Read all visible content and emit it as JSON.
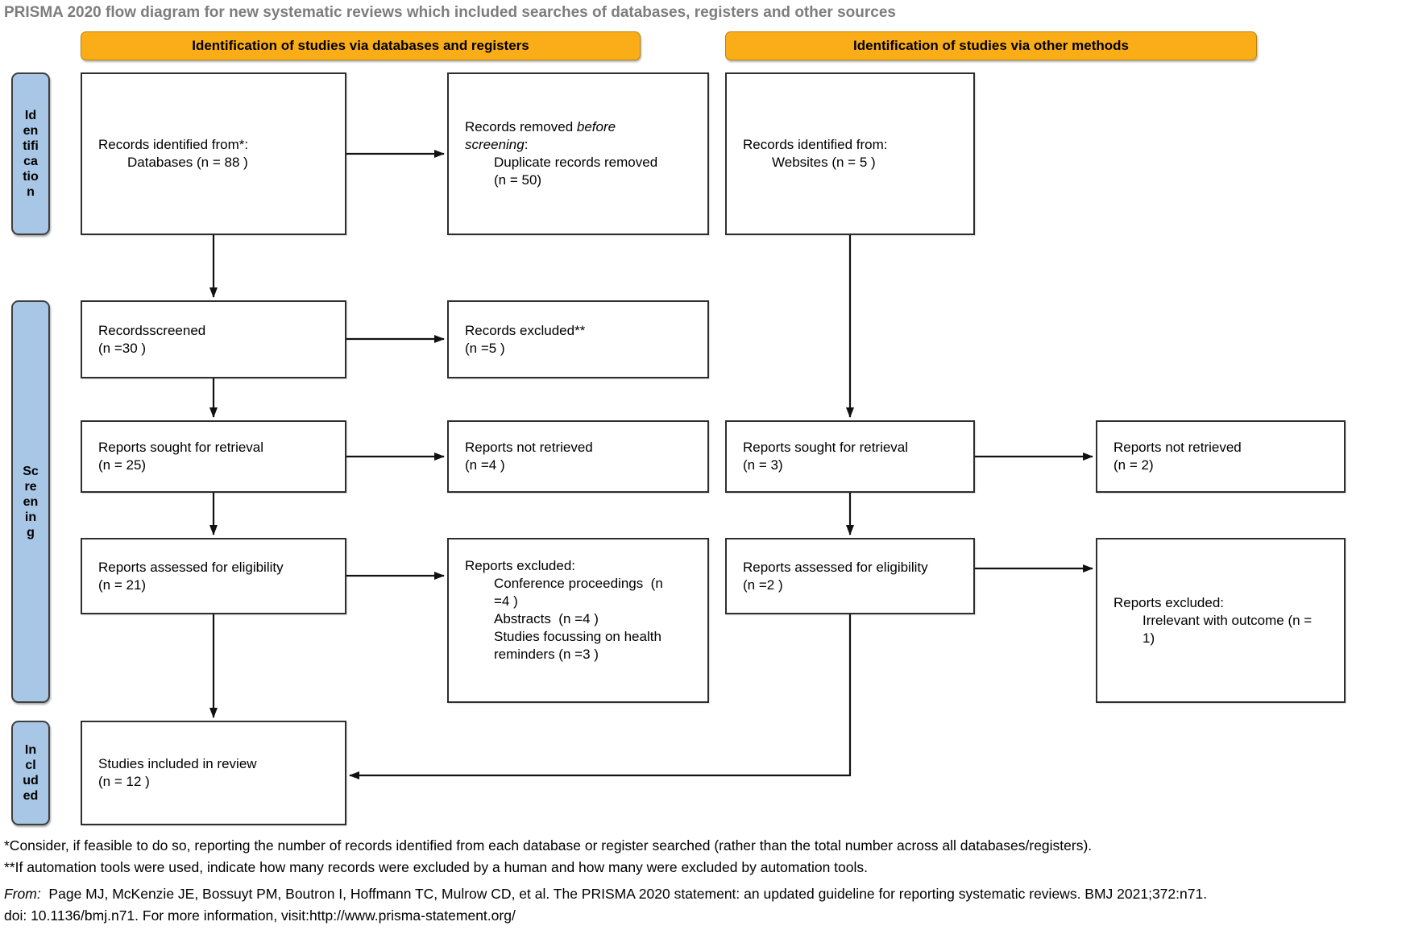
{
  "title": "PRISMA 2020 flow diagram for new systematic reviews which included searches of databases, registers and other sources",
  "colors": {
    "header_fill": "#FBAD17",
    "header_border": "#b8860b",
    "stage_fill": "#A8C6E5",
    "box_border": "#2e2e2e",
    "title_gray": "#7d7d7d"
  },
  "headers": {
    "databases": "Identification of studies via databases and registers",
    "other": "Identification of studies via other methods"
  },
  "stages": {
    "identification": {
      "lines": [
        "Id",
        "en",
        "tifi",
        "ca",
        "tio",
        "n"
      ]
    },
    "screening": {
      "lines": [
        "Sc",
        "re",
        "en",
        "in",
        "g"
      ]
    },
    "included": {
      "lines": [
        "In",
        "cl",
        "ud",
        "ed"
      ]
    }
  },
  "boxes": {
    "identified": {
      "lines": [
        "Records identified from*:",
        "Databases (n = 88 )"
      ]
    },
    "removed": {
      "pre": "Records removed ",
      "italic1": "before",
      "italic2": "screening",
      "suffix": ":",
      "lines": [
        "Duplicate records removed",
        "(n = 50)"
      ]
    },
    "websites": {
      "lines": [
        "Records identified from:",
        "Websites (n = 5 )"
      ]
    },
    "screened": {
      "lines": [
        "Recordsscreened",
        "(n =30 )"
      ]
    },
    "excluded": {
      "lines": [
        "Records excluded**",
        "(n =5 )"
      ]
    },
    "sought": {
      "lines": [
        "Reports sought for retrieval",
        "(n = 25)"
      ]
    },
    "not_retrieved": {
      "lines": [
        "Reports not retrieved",
        "(n =4 )"
      ]
    },
    "sought_r": {
      "lines": [
        "Reports sought for retrieval",
        "(n = 3)"
      ]
    },
    "not_retrieved_r": {
      "lines": [
        "Reports not retrieved",
        "(n = 2)"
      ]
    },
    "assessed": {
      "lines": [
        "Reports assessed for eligibility",
        "(n = 21)"
      ]
    },
    "reasons": {
      "lines": [
        "Reports excluded:",
        "Conference proceedings  (n",
        "=4 )",
        "Abstracts  (n =4 )",
        "Studies focussing on health",
        "reminders (n =3 )"
      ]
    },
    "assessed_r": {
      "lines": [
        "Reports assessed for eligibility",
        "(n =2 )"
      ]
    },
    "reasons_r": {
      "lines": [
        "Reports excluded:",
        "Irrelevant with outcome (n =",
        "1)"
      ]
    },
    "included": {
      "lines": [
        "Studies included in review",
        "(n = 12 )"
      ]
    }
  },
  "footnotes": {
    "fn1": "*Consider, if feasible to do so, reporting the number of records identified from each database or register searched (rather than the total number across all databases/registers).",
    "fn2": "**If automation tools were used, indicate how many records were excluded by a human and how many were excluded by automation tools."
  },
  "citation": {
    "from_label": "From:",
    "line1_rest": "  Page MJ, McKenzie JE, Bossuyt PM, Boutron I, Hoffmann TC, Mulrow CD, et al. The PRISMA 2020 statement: an updated guideline for reporting systematic reviews. BMJ 2021;372:n71.",
    "line2": "doi: 10.1136/bmj.n71. For more information, visit:http://www.prisma-statement.org/"
  }
}
